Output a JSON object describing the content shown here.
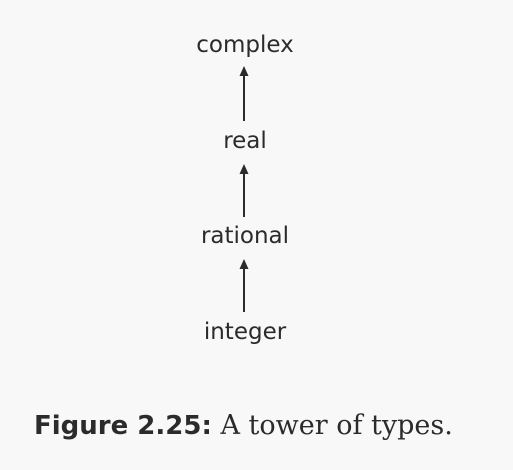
{
  "diagram": {
    "nodes": [
      {
        "id": "complex",
        "label": "complex"
      },
      {
        "id": "real",
        "label": "real"
      },
      {
        "id": "rational",
        "label": "rational"
      },
      {
        "id": "integer",
        "label": "integer"
      }
    ],
    "edges": [
      {
        "from": "real",
        "to": "complex"
      },
      {
        "from": "rational",
        "to": "real"
      },
      {
        "from": "integer",
        "to": "rational"
      }
    ]
  },
  "caption": {
    "label": "Figure 2.25:",
    "text": "A tower of types."
  }
}
